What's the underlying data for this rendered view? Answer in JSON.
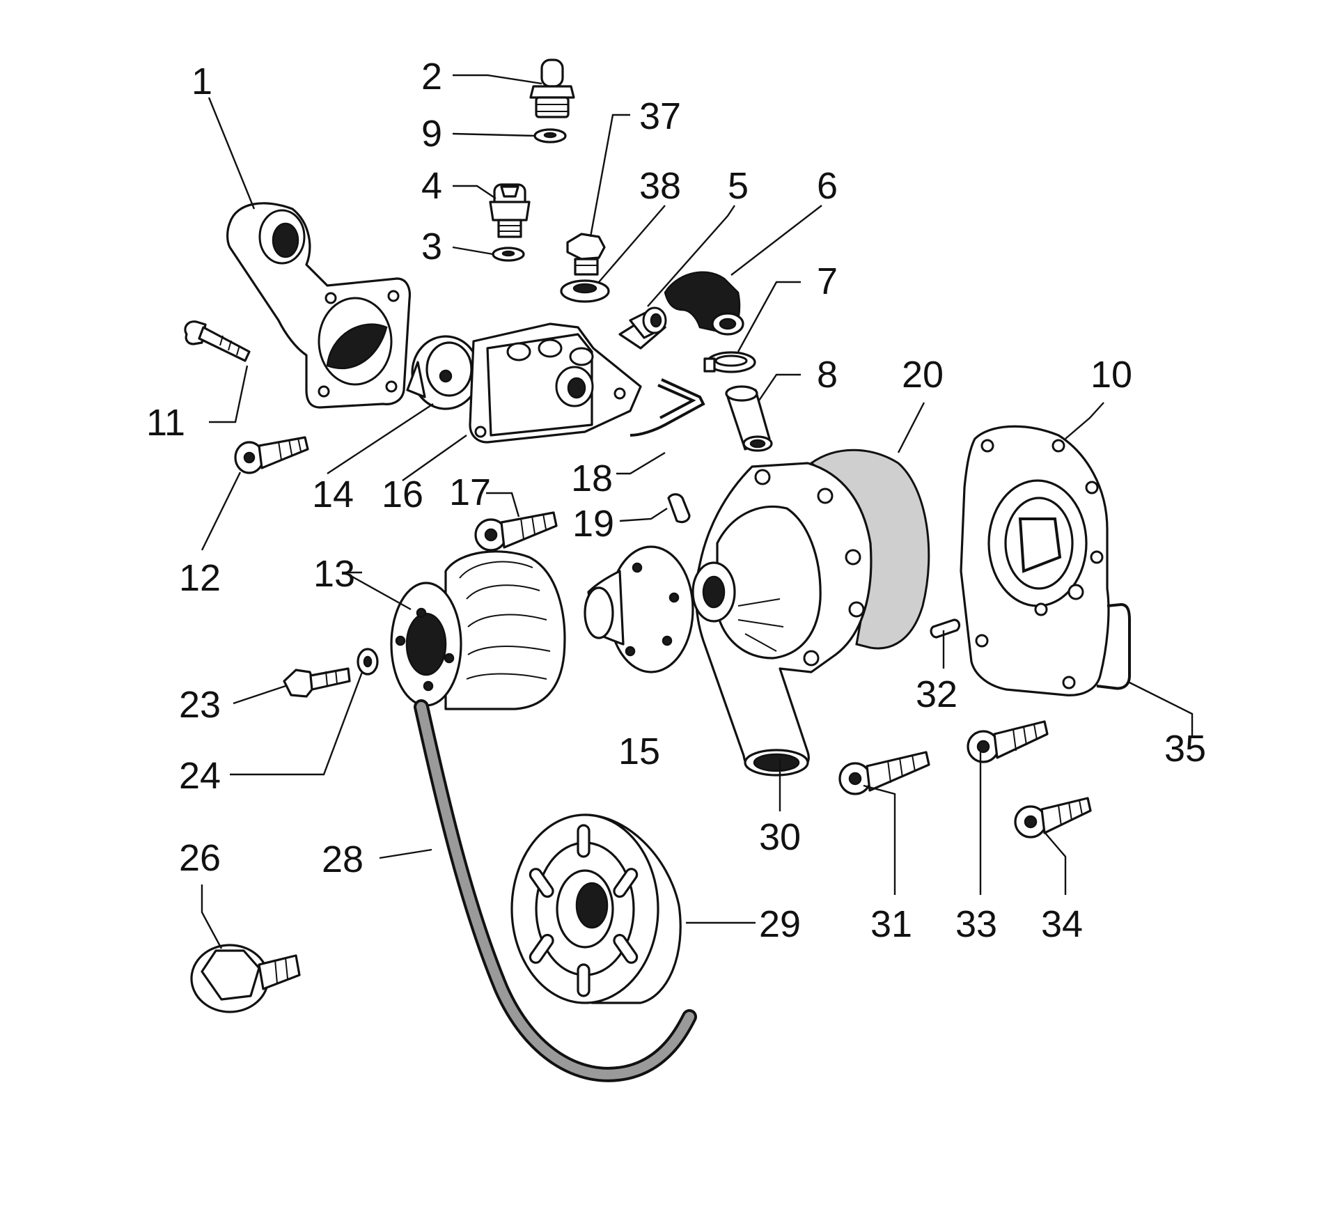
{
  "callouts": [
    {
      "id": "1",
      "text": "1"
    },
    {
      "id": "2",
      "text": "2"
    },
    {
      "id": "3",
      "text": "3"
    },
    {
      "id": "4",
      "text": "4"
    },
    {
      "id": "5",
      "text": "5"
    },
    {
      "id": "6",
      "text": "6"
    },
    {
      "id": "7",
      "text": "7"
    },
    {
      "id": "8",
      "text": "8"
    },
    {
      "id": "9",
      "text": "9"
    },
    {
      "id": "10",
      "text": "10"
    },
    {
      "id": "11",
      "text": "11"
    },
    {
      "id": "12",
      "text": "12"
    },
    {
      "id": "13",
      "text": "13"
    },
    {
      "id": "14",
      "text": "14"
    },
    {
      "id": "15",
      "text": "15"
    },
    {
      "id": "16",
      "text": "16"
    },
    {
      "id": "17",
      "text": "17"
    },
    {
      "id": "18",
      "text": "18"
    },
    {
      "id": "19",
      "text": "19"
    },
    {
      "id": "20",
      "text": "20"
    },
    {
      "id": "23",
      "text": "23"
    },
    {
      "id": "24",
      "text": "24"
    },
    {
      "id": "26",
      "text": "26"
    },
    {
      "id": "28",
      "text": "28"
    },
    {
      "id": "29",
      "text": "29"
    },
    {
      "id": "30",
      "text": "30"
    },
    {
      "id": "31",
      "text": "31"
    },
    {
      "id": "32",
      "text": "32"
    },
    {
      "id": "33",
      "text": "33"
    },
    {
      "id": "34",
      "text": "34"
    },
    {
      "id": "35",
      "text": "35"
    },
    {
      "id": "37",
      "text": "37"
    },
    {
      "id": "38",
      "text": "38"
    }
  ]
}
